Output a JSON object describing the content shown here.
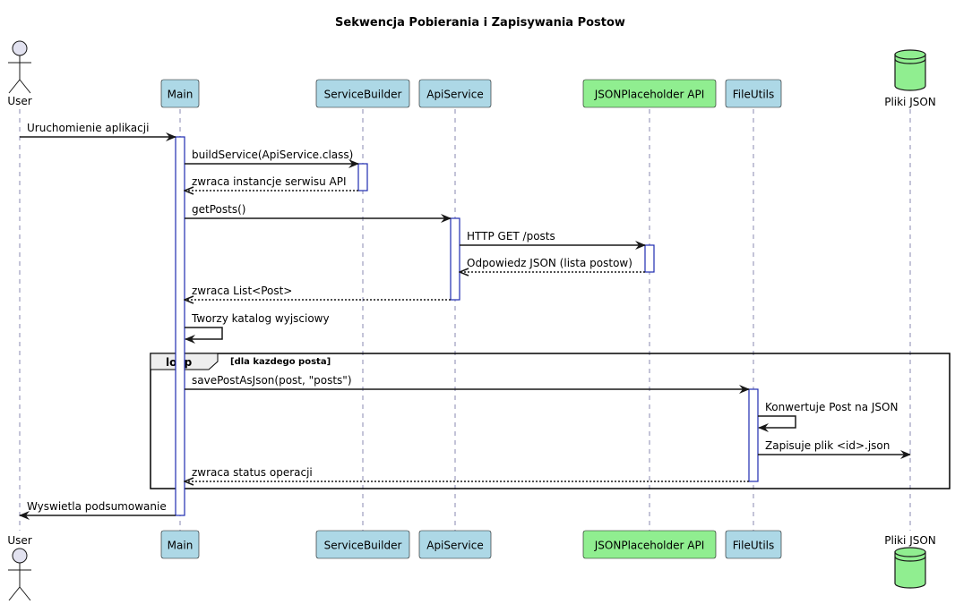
{
  "title": "Sekwencja Pobierania i Zapisywania Postow",
  "colors": {
    "participant_fill": "#add8e6",
    "external_fill": "#90ee90",
    "database_fill": "#90ee90",
    "actor_fill": "#e2e2f0",
    "activation_border": "#1e2bb0",
    "lifeline": "#8a8ab0"
  },
  "participants": [
    {
      "id": "user",
      "label": "User",
      "kind": "actor"
    },
    {
      "id": "main",
      "label": "Main",
      "kind": "participant"
    },
    {
      "id": "sb",
      "label": "ServiceBuilder",
      "kind": "participant"
    },
    {
      "id": "api",
      "label": "ApiService",
      "kind": "participant"
    },
    {
      "id": "jp",
      "label": "JSONPlaceholder API",
      "kind": "external"
    },
    {
      "id": "fu",
      "label": "FileUtils",
      "kind": "participant"
    },
    {
      "id": "pj",
      "label": "Pliki JSON",
      "kind": "database"
    }
  ],
  "messages": [
    {
      "from": "user",
      "to": "main",
      "label": "Uruchomienie aplikacji",
      "type": "sync"
    },
    {
      "from": "main",
      "to": "sb",
      "label": "buildService(ApiService.class)",
      "type": "sync"
    },
    {
      "from": "sb",
      "to": "main",
      "label": "zwraca instancje serwisu API",
      "type": "return"
    },
    {
      "from": "main",
      "to": "api",
      "label": "getPosts()",
      "type": "sync"
    },
    {
      "from": "api",
      "to": "jp",
      "label": "HTTP GET /posts",
      "type": "sync"
    },
    {
      "from": "jp",
      "to": "api",
      "label": "Odpowiedz JSON (lista postow)",
      "type": "return"
    },
    {
      "from": "api",
      "to": "main",
      "label": "zwraca List<Post>",
      "type": "return"
    },
    {
      "from": "main",
      "to": "main",
      "label": "Tworzy katalog wyjsciowy",
      "type": "self"
    },
    {
      "from": "main",
      "to": "fu",
      "label": "savePostAsJson(post, \"posts\")",
      "type": "sync"
    },
    {
      "from": "fu",
      "to": "fu",
      "label": "Konwertuje Post na JSON",
      "type": "self"
    },
    {
      "from": "fu",
      "to": "pj",
      "label": "Zapisuje plik <id>.json",
      "type": "sync"
    },
    {
      "from": "fu",
      "to": "main",
      "label": "zwraca status operacji",
      "type": "return"
    },
    {
      "from": "main",
      "to": "user",
      "label": "Wyswietla podsumowanie",
      "type": "sync"
    }
  ],
  "loop": {
    "keyword": "loop",
    "guard": "[dla kazdego posta]"
  }
}
